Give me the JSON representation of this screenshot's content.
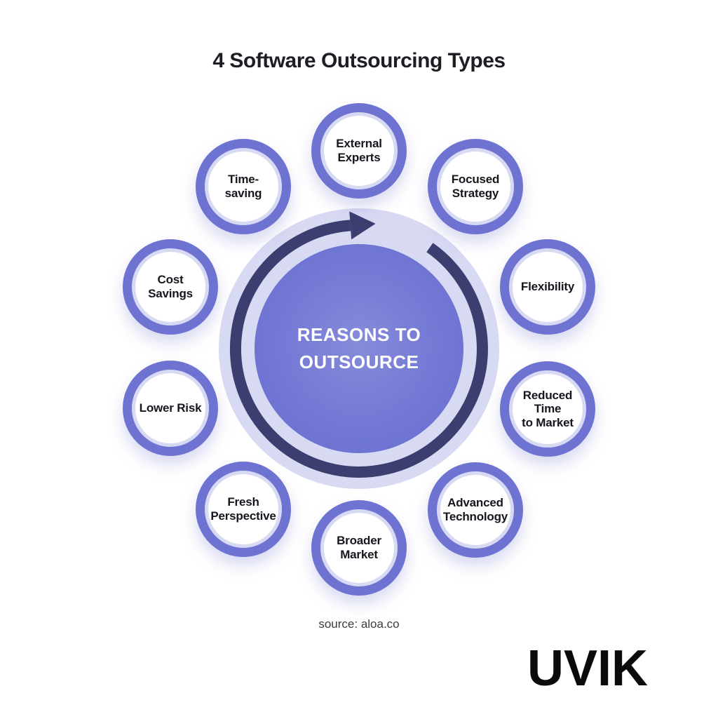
{
  "page": {
    "title": "4 Software Outsourcing Types",
    "source": "source: aloa.co",
    "brand": "UVIK"
  },
  "hub": {
    "label": "REASONS TO\nOUTSOURCE"
  },
  "items": [
    {
      "label": "External\nExperts"
    },
    {
      "label": "Focused\nStrategy"
    },
    {
      "label": "Flexibility"
    },
    {
      "label": "Reduced\nTime\nto Market"
    },
    {
      "label": "Advanced\nTechnology"
    },
    {
      "label": "Broader\nMarket"
    },
    {
      "label": "Fresh\nPerspective"
    },
    {
      "label": "Lower Risk"
    },
    {
      "label": "Cost\nSavings"
    },
    {
      "label": "Time-\nsaving"
    }
  ],
  "colors": {
    "node_ring_purple": "#6e73d2",
    "node_inner_ring_lavender": "#d8daf3",
    "hub_purple": "#7378d5",
    "hub_halo_lavender": "#d8daf3",
    "cycle_arrow_navy": "#3b3e6f",
    "hub_text": "#ffffff",
    "heading_text": "#1d1d25",
    "node_text": "#16161e",
    "background": "#ffffff"
  }
}
